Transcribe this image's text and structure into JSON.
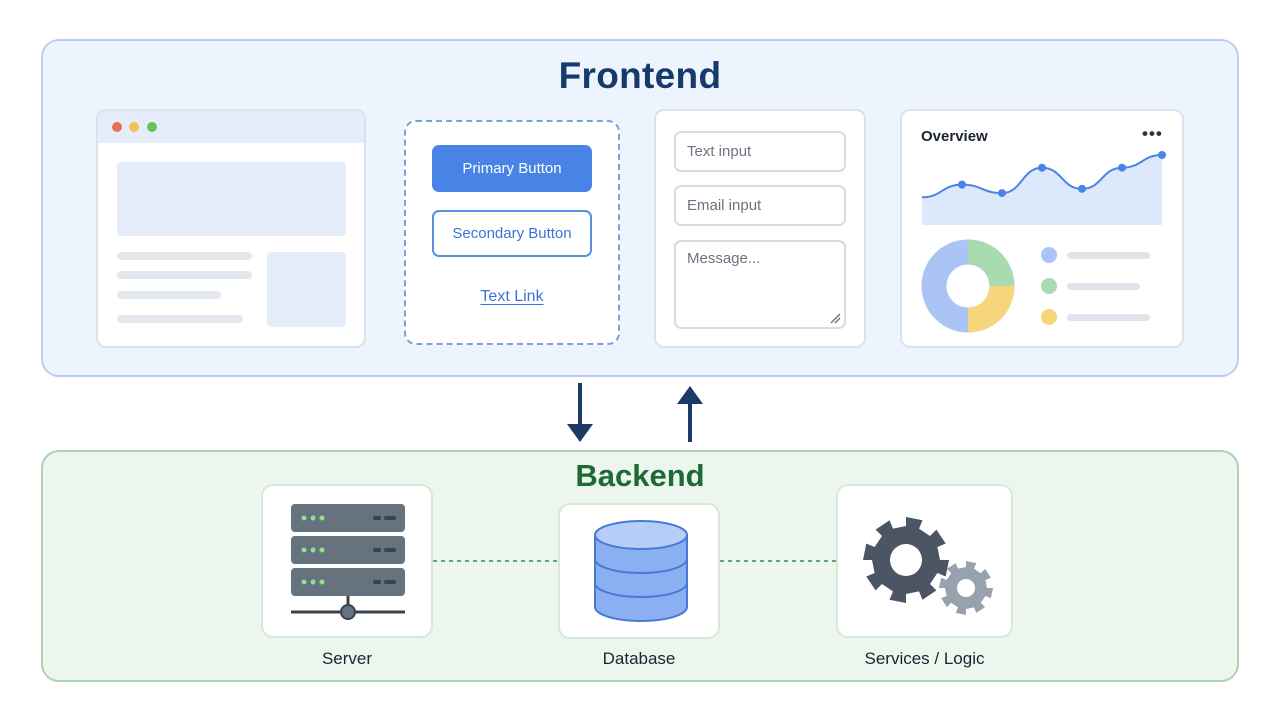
{
  "frontend": {
    "title": "Frontend",
    "buttons": {
      "primary_label": "Primary Button",
      "secondary_label": "Secondary Button",
      "link_label": "Text Link"
    },
    "form": {
      "text_placeholder": "Text input",
      "email_placeholder": "Email input",
      "message_placeholder": "Message..."
    },
    "dashboard": {
      "title": "Overview",
      "more_icon": "more-horizontal-icon",
      "line_values": [
        3,
        6,
        4,
        10,
        5,
        10,
        13
      ],
      "donut_colors": [
        "#a9c4f5",
        "#a8dbb0",
        "#f7d57a"
      ],
      "legend_colors": [
        "#a9c4f5",
        "#a8dbb0",
        "#f7d57a"
      ]
    },
    "browser_dots": [
      "#ec6a5e",
      "#f4c04f",
      "#61c554"
    ]
  },
  "flow": {
    "down_arrow": "arrow-down-icon",
    "up_arrow": "arrow-up-icon"
  },
  "backend": {
    "title": "Backend",
    "nodes": [
      {
        "label": "Server",
        "icon": "server-icon"
      },
      {
        "label": "Database",
        "icon": "database-icon"
      },
      {
        "label": "Services / Logic",
        "icon": "gears-icon"
      }
    ]
  },
  "colors": {
    "frontend_accent": "#153a6b",
    "backend_accent": "#1e6a33",
    "primary_blue": "#4a83e6"
  }
}
